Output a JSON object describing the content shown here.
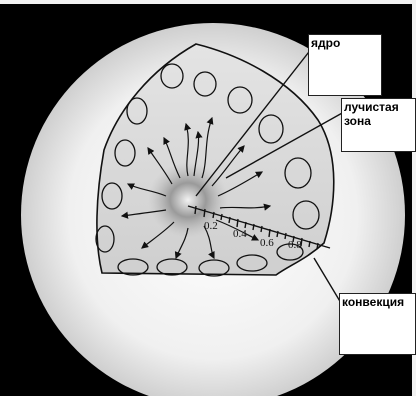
{
  "labels": {
    "core": "ядро",
    "radiative_zone_line1": "лучистая",
    "radiative_zone_line2": "зона",
    "convection": "конвекция"
  },
  "scale": {
    "ticks": [
      "0.2",
      "0.4",
      "0.6",
      "0.8"
    ]
  },
  "colors": {
    "background": "#000000",
    "globe": "#f4f4f4",
    "wedge": "#d6d6d6",
    "core": "#8c8c8c",
    "label_box": "#ffffff"
  }
}
